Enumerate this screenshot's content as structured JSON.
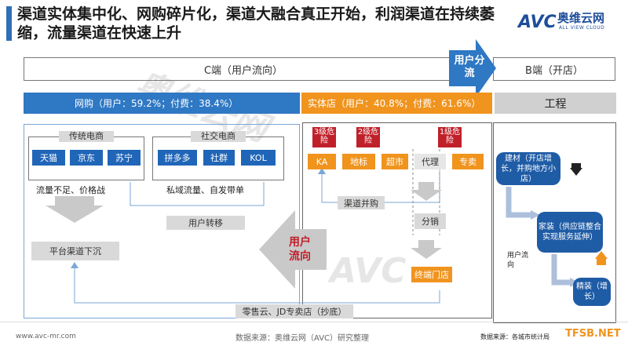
{
  "title": "渠道实体集中化、网购碎片化，渠道大融合真正开始，利润渠道在持续萎缩，流量渠道在快速上升",
  "logo": {
    "mark": "AVC",
    "name": "奥维云网",
    "sub": "ALL VIEW CLOUD"
  },
  "header": {
    "c_side": "C端（用户流向）",
    "b_side": "B端（开店）",
    "arrow_label": "用户分流"
  },
  "bands": {
    "online": "网购（用户：59.2%；付费：38.4%）",
    "offline": "实体店（用户：40.8%；付费：61.6%）",
    "engineering": "工程"
  },
  "online": {
    "traditional": {
      "label": "传统电商",
      "items": [
        "天猫",
        "京东",
        "苏宁"
      ],
      "note": "流量不足、价格战"
    },
    "social": {
      "label": "社交电商",
      "items": [
        "拼多多",
        "社群",
        "KOL"
      ],
      "note": "私域流量、自发带单"
    },
    "transfer": "用户转移",
    "sink": "平台渠道下沉"
  },
  "offline": {
    "risks": [
      "3级危险",
      "2级危险",
      "1级危险"
    ],
    "channels": [
      "KA",
      "地标",
      "超市",
      "代理",
      "专卖"
    ],
    "merge": "渠道并购",
    "distribution": "分销",
    "terminal": "终端门店"
  },
  "big_arrow": "用户流向",
  "bottom_bar": "零售云、JD专卖店（抄底）",
  "engineering": {
    "building": "建材（开店增长，并购地方小店）",
    "home": "家装（供应链整合实现服务延伸）",
    "fine": "精装（增长）",
    "flow": "用户流向"
  },
  "footer": {
    "url": "www.avc-mr.com",
    "source": "数据来源：奥维云网（AVC）研究整理",
    "source2": "数据来源：各城市统计局",
    "mark": "TFSB.NET"
  }
}
